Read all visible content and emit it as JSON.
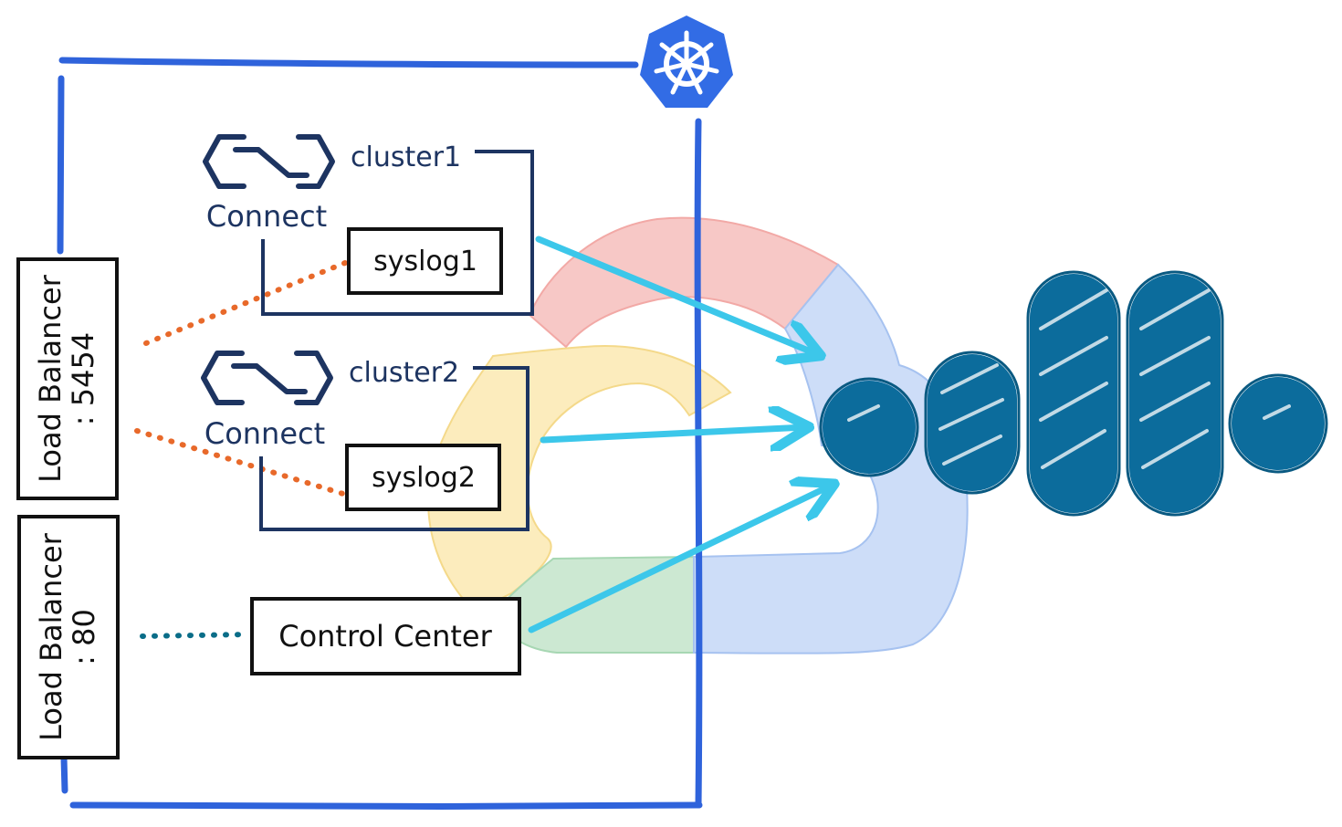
{
  "diagram": {
    "load_balancer_1": {
      "title": "Load Balancer",
      "port": ": 5454"
    },
    "load_balancer_2": {
      "title": "Load Balancer",
      "port": ": 80"
    },
    "cluster1": {
      "label": "cluster1",
      "connect_label": "Connect",
      "service": "syslog1"
    },
    "cluster2": {
      "label": "cluster2",
      "connect_label": "Connect",
      "service": "syslog2"
    },
    "control_center": {
      "label": "Control Center"
    },
    "icons": [
      "kubernetes-icon",
      "connect-icon",
      "google-cloud-logo",
      "confluent-style-dots"
    ]
  },
  "colors": {
    "kubernetes_blue": "#326ce5",
    "border_blue": "#2f63db",
    "dark_navy": "#1d3461",
    "dots_orange": "#e8692a",
    "dots_teal": "#0a6d88",
    "arrow_cyan": "#3cc7ea",
    "logo_blue": "#0c6c9c",
    "gcloud_red": "#f7c8c6",
    "gcloud_yellow": "#fcecbd",
    "gcloud_green": "#cce8d2",
    "gcloud_blue": "#cdddf8"
  }
}
